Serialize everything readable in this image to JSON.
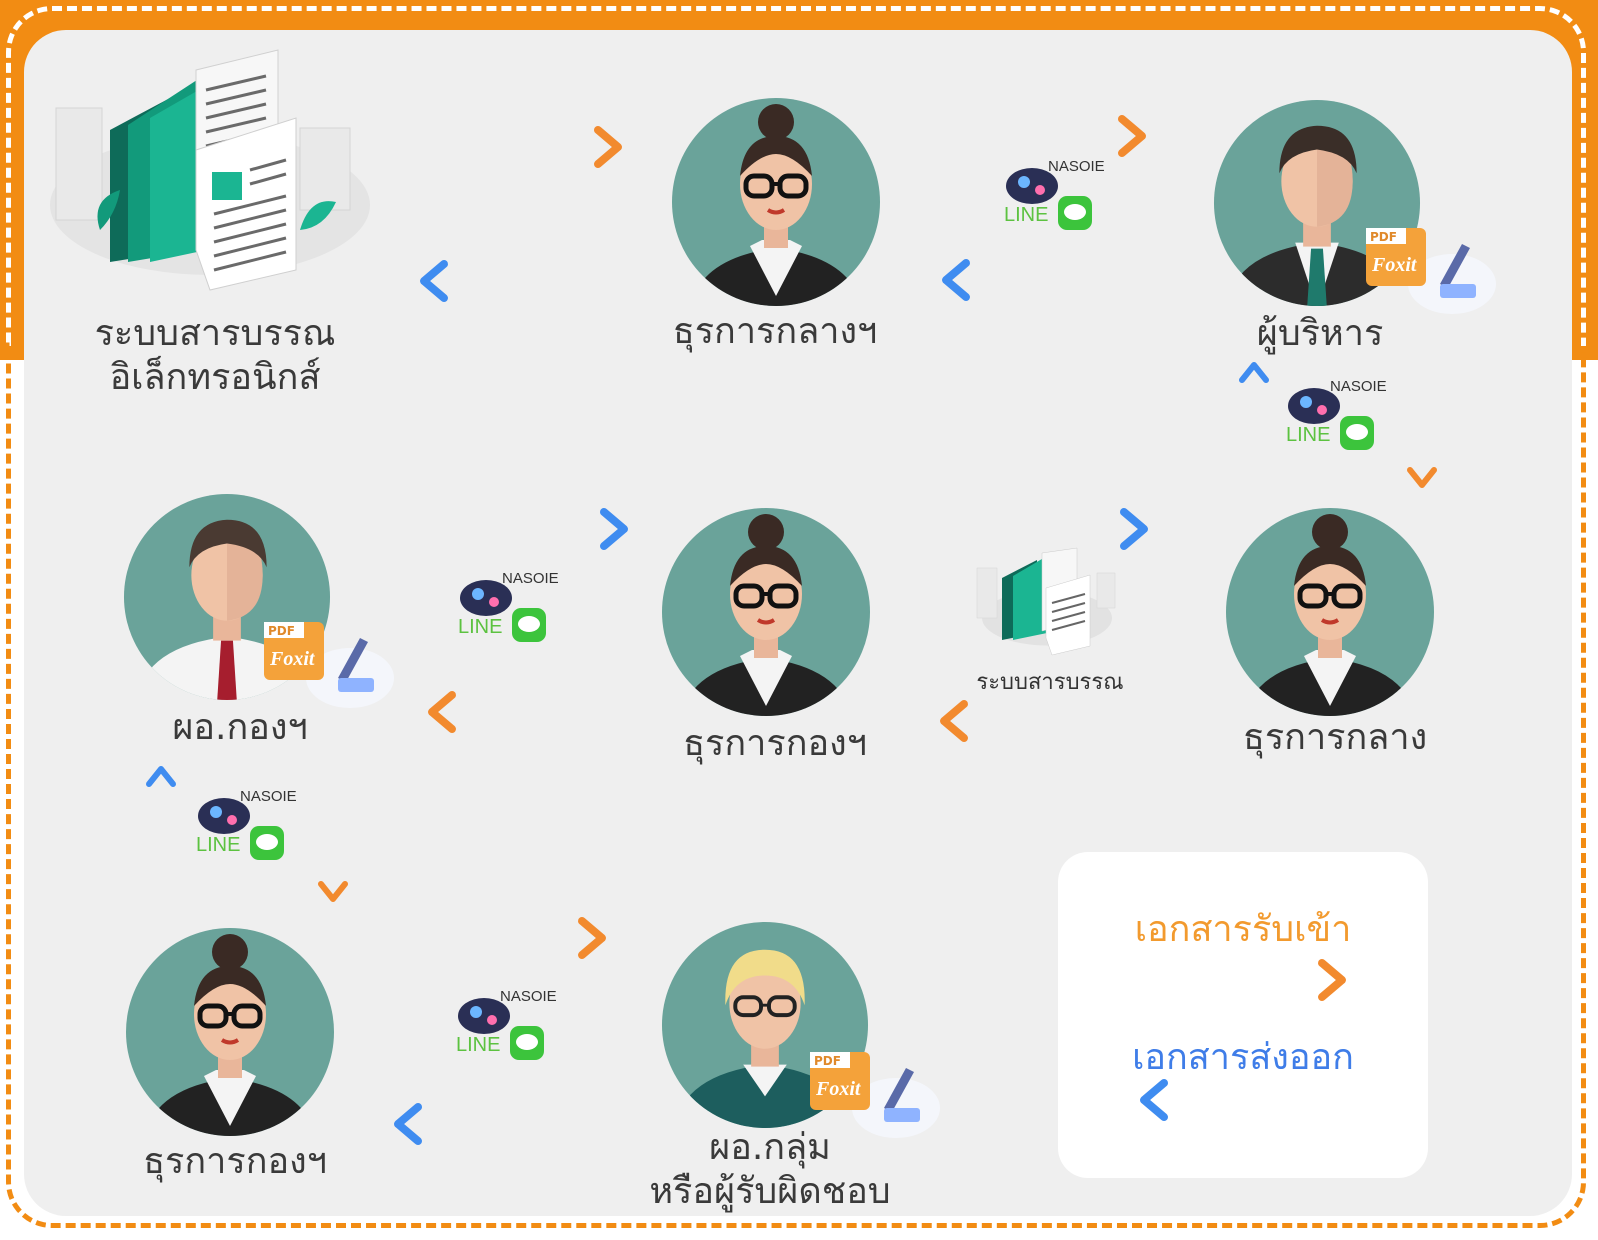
{
  "nodes": {
    "edoc_system": {
      "line1": "ระบบสารบรรณ",
      "line2": "อิเล็กทรอนิกส์"
    },
    "central_admin_1": {
      "label": "ธุรการกลางฯ"
    },
    "executive": {
      "label": "ผู้บริหาร"
    },
    "division_director": {
      "label": "ผอ.กองฯ"
    },
    "division_admin_1": {
      "label": "ธุรการกองฯ"
    },
    "central_admin_2": {
      "label": "ธุรการกลาง"
    },
    "division_admin_2": {
      "label": "ธุรการกองฯ"
    },
    "group_director": {
      "line1": "ผอ.กลุ่ม",
      "line2": "หรือผู้รับผิดชอบ"
    }
  },
  "channel": {
    "nasoie": "NASOIE",
    "line": "LINE"
  },
  "small_system_label": "ระบบสารบรรณ",
  "foxit": {
    "pdf": "PDF",
    "name": "Foxit"
  },
  "legend": {
    "incoming": "เอกสารรับเข้า",
    "outgoing": "เอกสารส่งออก"
  },
  "colors": {
    "incoming": "#f29a2e",
    "outgoing": "#4a7df0",
    "frame": "#f28c13",
    "avatar_bg": "#6aa39a"
  }
}
